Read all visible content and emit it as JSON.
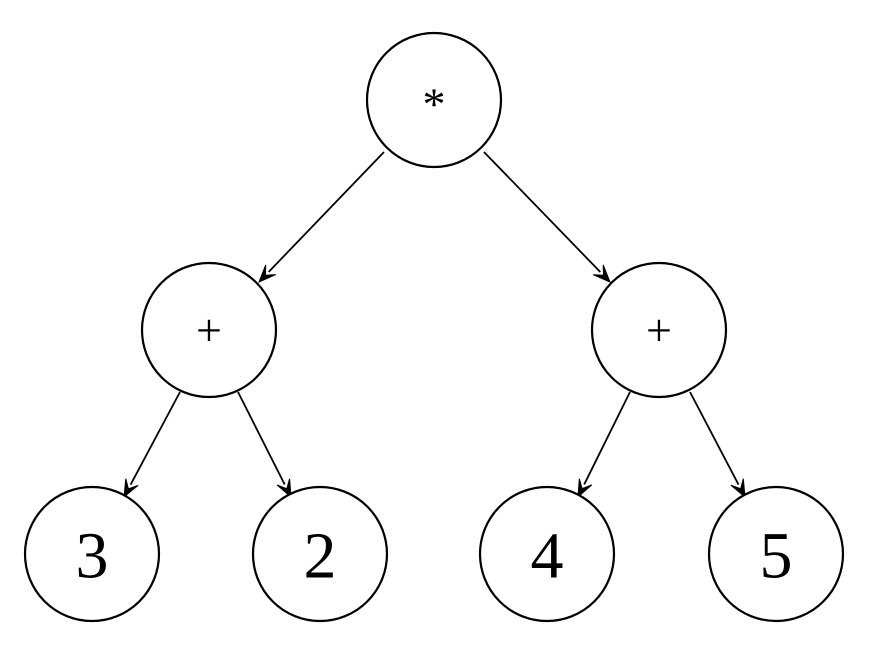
{
  "diagram": {
    "type": "expression-tree",
    "colors": {
      "stroke": "#000000",
      "fill": "#ffffff",
      "background": "#ffffff"
    },
    "nodes": [
      {
        "id": "root",
        "label": "*"
      },
      {
        "id": "left-plus",
        "label": "+"
      },
      {
        "id": "right-plus",
        "label": "+"
      },
      {
        "id": "leaf-3",
        "label": "3"
      },
      {
        "id": "leaf-2",
        "label": "2"
      },
      {
        "id": "leaf-4",
        "label": "4"
      },
      {
        "id": "leaf-5",
        "label": "5"
      }
    ],
    "edges": [
      {
        "from": "root",
        "to": "left-plus"
      },
      {
        "from": "root",
        "to": "right-plus"
      },
      {
        "from": "left-plus",
        "to": "leaf-3"
      },
      {
        "from": "left-plus",
        "to": "leaf-2"
      },
      {
        "from": "right-plus",
        "to": "leaf-4"
      },
      {
        "from": "right-plus",
        "to": "leaf-5"
      }
    ]
  }
}
